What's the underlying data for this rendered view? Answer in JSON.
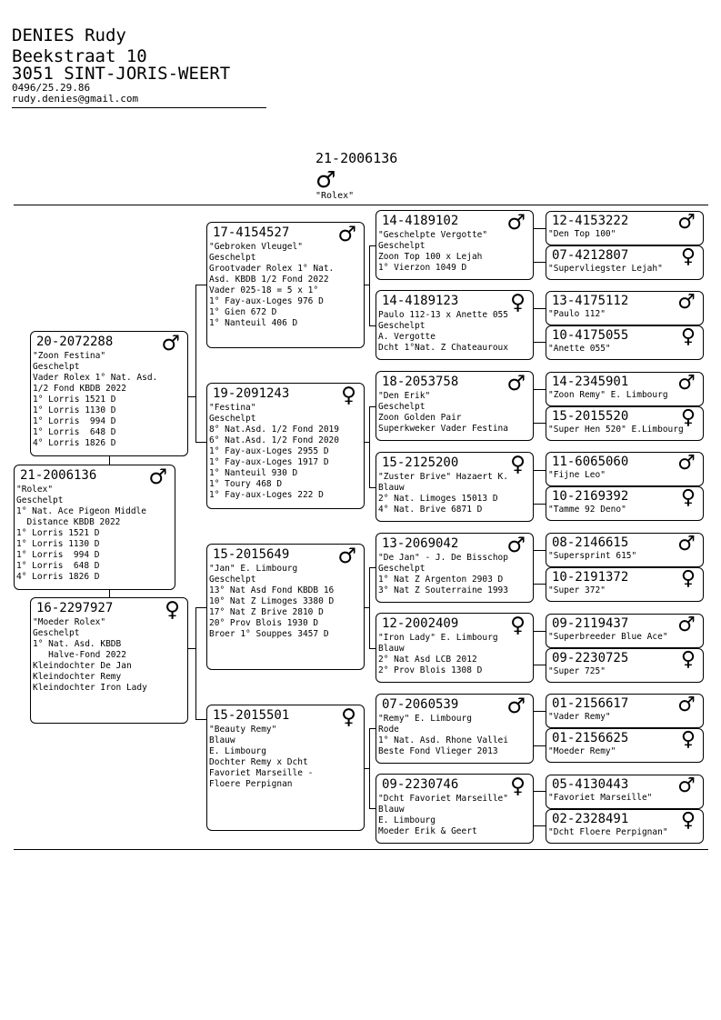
{
  "header": {
    "name": "DENIES Rudy",
    "street": "Beekstraat 10",
    "city": "3051 SINT-JORIS-WEERT",
    "phone": "0496/25.29.86",
    "email": "rudy.denies@gmail.com"
  },
  "subject": {
    "ring": "21-2006136",
    "sex": "male",
    "sex_symbol": "♂",
    "name": "\"Rolex\""
  },
  "symbols": {
    "male": "♂",
    "female": "♀"
  },
  "birds": {
    "b1": {
      "ring": "21-2006136",
      "sex": "male",
      "sex_symbol": "♂",
      "text": "\"Rolex\"\nGeschelpt\n1° Nat. Ace Pigeon Middle\n  Distance KBDB 2022\n1° Lorris 1521 D\n1° Lorris 1130 D\n1° Lorris  994 D\n1° Lorris  648 D\n4° Lorris 1826 D"
    },
    "b2": {
      "ring": "20-2072288",
      "sex": "male",
      "sex_symbol": "♂",
      "text": "\"Zoon Festina\"\nGeschelpt\nVader Rolex 1° Nat. Asd.\n1/2 Fond KBDB 2022\n1° Lorris 1521 D\n1° Lorris 1130 D\n1° Lorris  994 D\n1° Lorris  648 D\n4° Lorris 1826 D"
    },
    "b3": {
      "ring": "16-2297927",
      "sex": "female",
      "sex_symbol": "♀",
      "text": "\"Moeder Rolex\"\nGeschelpt\n1° Nat. Asd. KBDB\n   Halve-Fond 2022\nKleindochter De Jan\nKleindochter Remy\nKleindochter Iron Lady"
    },
    "b4": {
      "ring": "17-4154527",
      "sex": "male",
      "sex_symbol": "♂",
      "text": "\"Gebroken Vleugel\"\nGeschelpt\nGrootvader Rolex 1° Nat.\nAsd. KBDB 1/2 Fond 2022\nVader 025-18 = 5 x 1°\n1° Fay-aux-Loges 976 D\n1° Gien 672 D\n1° Nanteuil 406 D"
    },
    "b5": {
      "ring": "19-2091243",
      "sex": "female",
      "sex_symbol": "♀",
      "text": "\"Festina\"\nGeschelpt\n8° Nat.Asd. 1/2 Fond 2019\n6° Nat.Asd. 1/2 Fond 2020\n1° Fay-aux-Loges 2955 D\n1° Fay-aux-Loges 1917 D\n1° Nanteuil 930 D\n1° Toury 468 D\n1° Fay-aux-Loges 222 D"
    },
    "b6": {
      "ring": "15-2015649",
      "sex": "male",
      "sex_symbol": "♂",
      "text": "\"Jan\" E. Limbourg\nGeschelpt\n13° Nat Asd Fond KBDB 16\n10° Nat Z Limoges 3380 D\n17° Nat Z Brive 2810 D\n20° Prov Blois 1930 D\nBroer 1° Souppes 3457 D"
    },
    "b7": {
      "ring": "15-2015501",
      "sex": "female",
      "sex_symbol": "♀",
      "text": "\"Beauty Remy\"\nBlauw\nE. Limbourg\nDochter Remy x Dcht\nFavoriet Marseille -\nFloere Perpignan"
    },
    "g1": {
      "ring": "14-4189102",
      "sex": "male",
      "sex_symbol": "♂",
      "text": "\"Geschelpte Vergotte\"\nGeschelpt\nZoon Top 100 x Lejah\n1° Vierzon 1049 D"
    },
    "g2": {
      "ring": "14-4189123",
      "sex": "female",
      "sex_symbol": "♀",
      "text": "Paulo 112-13 x Anette 055\nGeschelpt\nA. Vergotte\nDcht 1°Nat. Z Chateauroux"
    },
    "g3": {
      "ring": "18-2053758",
      "sex": "male",
      "sex_symbol": "♂",
      "text": "\"Den Erik\"\nGeschelpt\nZoon Golden Pair\nSuperkweker Vader Festina"
    },
    "g4": {
      "ring": "15-2125200",
      "sex": "female",
      "sex_symbol": "♀",
      "text": "\"Zuster Brive\" Hazaert K.\nBlauw\n2° Nat. Limoges 15013 D\n4° Nat. Brive 6871 D"
    },
    "g5": {
      "ring": "13-2069042",
      "sex": "male",
      "sex_symbol": "♂",
      "text": "\"De Jan\" - J. De Bisschop\nGeschelpt\n1° Nat Z Argenton 2903 D\n3° Nat Z Souterraine 1993"
    },
    "g6": {
      "ring": "12-2002409",
      "sex": "female",
      "sex_symbol": "♀",
      "text": "\"Iron Lady\" E. Limbourg\nBlauw\n2° Nat Asd LCB 2012\n2° Prov Blois 1308 D"
    },
    "g7": {
      "ring": "07-2060539",
      "sex": "male",
      "sex_symbol": "♂",
      "text": "\"Remy\" E. Limbourg\nRode\n1° Nat. Asd. Rhone Vallei\nBeste Fond Vlieger 2013"
    },
    "g8": {
      "ring": "09-2230746",
      "sex": "female",
      "sex_symbol": "♀",
      "text": "\"Dcht Favoriet Marseille\"\nBlauw\nE. Limbourg\nMoeder Erik & Geert"
    },
    "h1": {
      "ring": "12-4153222",
      "sex": "male",
      "sex_symbol": "♂",
      "text": "\"Den Top 100\""
    },
    "h2": {
      "ring": "07-4212807",
      "sex": "female",
      "sex_symbol": "♀",
      "text": "\"Supervliegster Lejah\""
    },
    "h3": {
      "ring": "13-4175112",
      "sex": "male",
      "sex_symbol": "♂",
      "text": "\"Paulo 112\""
    },
    "h4": {
      "ring": "10-4175055",
      "sex": "female",
      "sex_symbol": "♀",
      "text": "\"Anette 055\""
    },
    "h5": {
      "ring": "14-2345901",
      "sex": "male",
      "sex_symbol": "♂",
      "text": "\"Zoon Remy\" E. Limbourg"
    },
    "h6": {
      "ring": "15-2015520",
      "sex": "female",
      "sex_symbol": "♀",
      "text": "\"Super Hen 520\" E.Limbourg"
    },
    "h7": {
      "ring": "11-6065060",
      "sex": "male",
      "sex_symbol": "♂",
      "text": "\"Fijne Leo\""
    },
    "h8": {
      "ring": "10-2169392",
      "sex": "female",
      "sex_symbol": "♀",
      "text": "\"Tamme 92 Deno\""
    },
    "h9": {
      "ring": "08-2146615",
      "sex": "male",
      "sex_symbol": "♂",
      "text": "\"Supersprint 615\""
    },
    "h10": {
      "ring": "10-2191372",
      "sex": "female",
      "sex_symbol": "♀",
      "text": "\"Super 372\""
    },
    "h11": {
      "ring": "09-2119437",
      "sex": "male",
      "sex_symbol": "♂",
      "text": "\"Superbreeder Blue Ace\""
    },
    "h12": {
      "ring": "09-2230725",
      "sex": "female",
      "sex_symbol": "♀",
      "text": "\"Super 725\""
    },
    "h13": {
      "ring": "01-2156617",
      "sex": "male",
      "sex_symbol": "♂",
      "text": "\"Vader Remy\""
    },
    "h14": {
      "ring": "01-2156625",
      "sex": "female",
      "sex_symbol": "♀",
      "text": "\"Moeder Remy\""
    },
    "h15": {
      "ring": "05-4130443",
      "sex": "male",
      "sex_symbol": "♂",
      "text": "\"Favoriet Marseille\""
    },
    "h16": {
      "ring": "02-2328491",
      "sex": "female",
      "sex_symbol": "♀",
      "text": "\"Dcht Floere Perpignan\""
    }
  }
}
